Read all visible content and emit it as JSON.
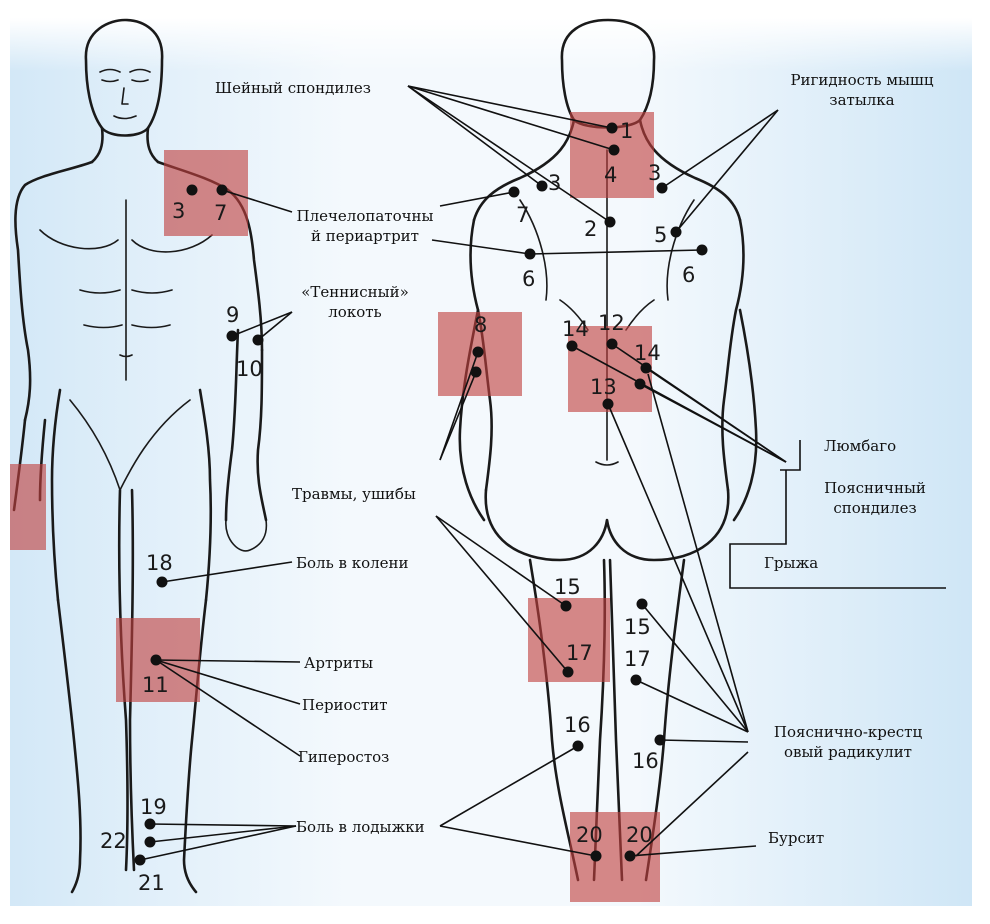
{
  "labels": {
    "cervical_spondylosis": "Шейный спондилез",
    "neck_rigidity_1": "Ригидность мышц",
    "neck_rigidity_2": "затылка",
    "periarthritis_1": "Плечелопаточны",
    "periarthritis_2": "й периартрит",
    "tennis_elbow_1": "«Теннисный»",
    "tennis_elbow_2": "локоть",
    "injuries": "Травмы, ушибы",
    "knee_pain": "Боль в колени",
    "arthritis": "Артриты",
    "periostitis": "Периостит",
    "hyperostosis": "Гиперостоз",
    "ankle_pain": "Боль в лодыжки",
    "lumbago": "Люмбаго",
    "lumbar_spondylosis_1": "Поясничный",
    "lumbar_spondylosis_2": "спондилез",
    "hernia": "Грыжа",
    "sciatica_1": "Пояснично-крестц",
    "sciatica_2": "овый радикулит",
    "bursitis": "Бурсит"
  },
  "colors": {
    "zone": "#c0413f",
    "background_top": "#ffffff",
    "background_side": "#cfe6f6",
    "line": "#1a1a1a"
  },
  "points": [
    {
      "n": "3"
    },
    {
      "n": "7"
    },
    {
      "n": "9"
    },
    {
      "n": "10"
    },
    {
      "n": "18"
    },
    {
      "n": "11"
    },
    {
      "n": "19"
    },
    {
      "n": "22"
    },
    {
      "n": "21"
    },
    {
      "n": "1"
    },
    {
      "n": "4"
    },
    {
      "n": "3"
    },
    {
      "n": "3"
    },
    {
      "n": "7"
    },
    {
      "n": "2"
    },
    {
      "n": "5"
    },
    {
      "n": "6"
    },
    {
      "n": "6"
    },
    {
      "n": "8"
    },
    {
      "n": "14"
    },
    {
      "n": "12"
    },
    {
      "n": "14"
    },
    {
      "n": "13"
    },
    {
      "n": "15"
    },
    {
      "n": "15"
    },
    {
      "n": "17"
    },
    {
      "n": "17"
    },
    {
      "n": "16"
    },
    {
      "n": "16"
    },
    {
      "n": "20"
    },
    {
      "n": "20"
    }
  ]
}
